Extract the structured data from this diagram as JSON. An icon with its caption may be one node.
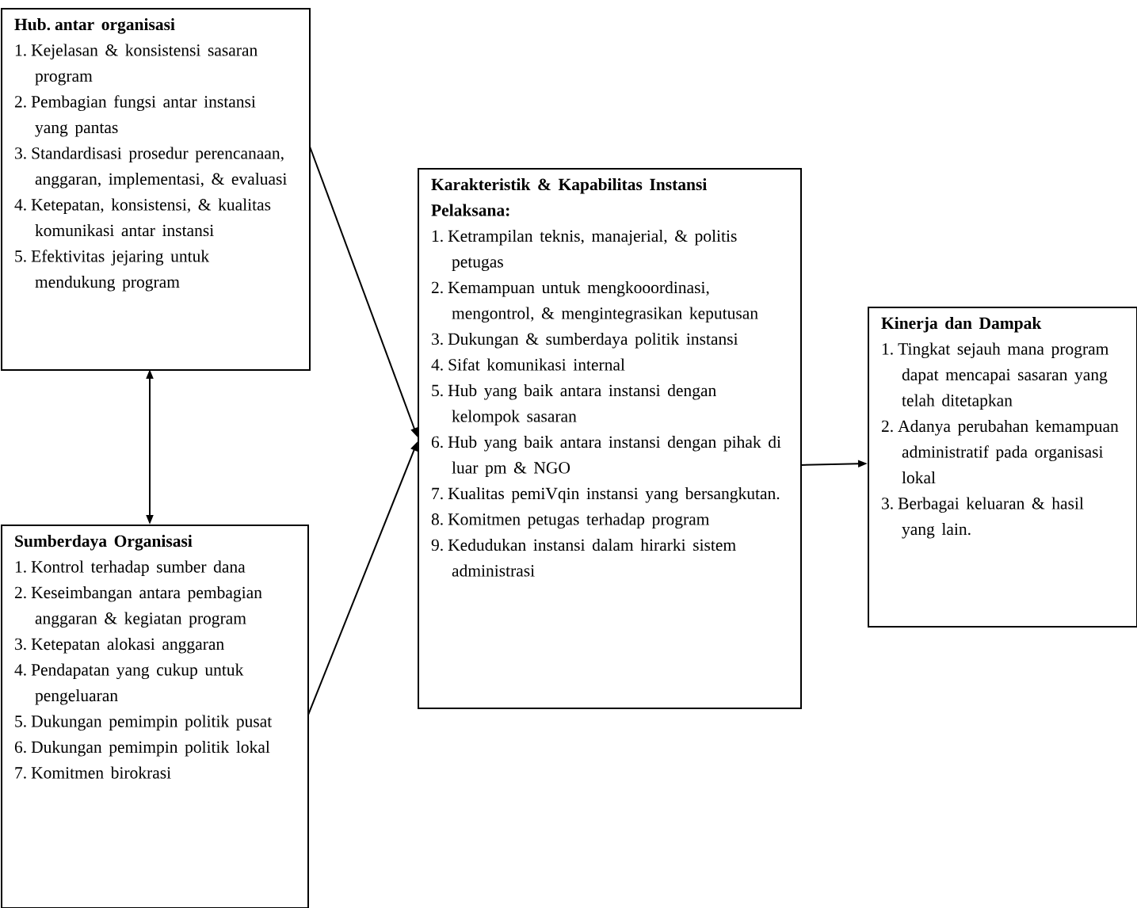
{
  "diagram": {
    "nodes": [
      {
        "text": [
          "Hub. antar organisasi",
          "1. Kejelasan & konsistensi sasaran program",
          "2. Pembagian fungsi antar instansi yang pantas",
          "3. Standardisasi prosedur perencanaan, anggaran, implementasi, & evaluasi",
          "4. Ketepatan, konsistensi, & kualitas komunikasi antar instansi",
          "5. Efektivitas jejaring untuk mendukung program"
        ]
      },
      {
        "text": [
          "Sumberdaya Organisasi",
          "1. Kontrol terhadap sumber dana",
          "2. Keseimbangan antara pembagian anggaran & kegiatan program",
          "3. Ketepatan alokasi anggaran",
          "4. Pendapatan yang cukup untuk pengeluaran",
          "5. Dukungan pemimpin politik pusat",
          "6. Dukungan pemimpin politik lokal",
          "7. Komitmen birokrasi"
        ]
      },
      {
        "text": [
          "Karakteristik & Kapabilitas Instansi Pelaksana:",
          "1. Ketrampilan teknis, manajerial, & politis petugas",
          "2. Kemampuan untuk mengkooordinasi, mengontrol, & mengintegrasikan keputusan",
          "3. Dukungan & sumberdaya politik instansi",
          "4. Sifat komunikasi internal",
          "5. Hub yang baik antara instansi dengan kelompok sasaran",
          "6. Hub yang baik antara instansi dengan pihak di luar pm & NGO",
          "7. Kualitas pemiVqin instansi yang bersangkutan.",
          "8. Komitmen petugas terhadap program",
          "9. Kedudukan instansi dalam hirarki sistem administrasi"
        ]
      },
      {
        "text": [
          "Kinerja dan Dampak",
          "1. Tingkat sejauh mana program dapat mencapai sasaran yang telah ditetapkan",
          "2. Adanya perubahan kemampuan administratif pada organisasi lokal",
          "3. Berbagai keluaran & hasil yang lain."
        ]
      }
    ],
    "edges": [
      {
        "from": 0,
        "to": 1,
        "arrow": "both"
      },
      {
        "from": 0,
        "to": 2,
        "arrow": "to"
      },
      {
        "from": 1,
        "to": 2,
        "arrow": "to"
      },
      {
        "from": 2,
        "to": 3,
        "arrow": "to"
      }
    ]
  }
}
